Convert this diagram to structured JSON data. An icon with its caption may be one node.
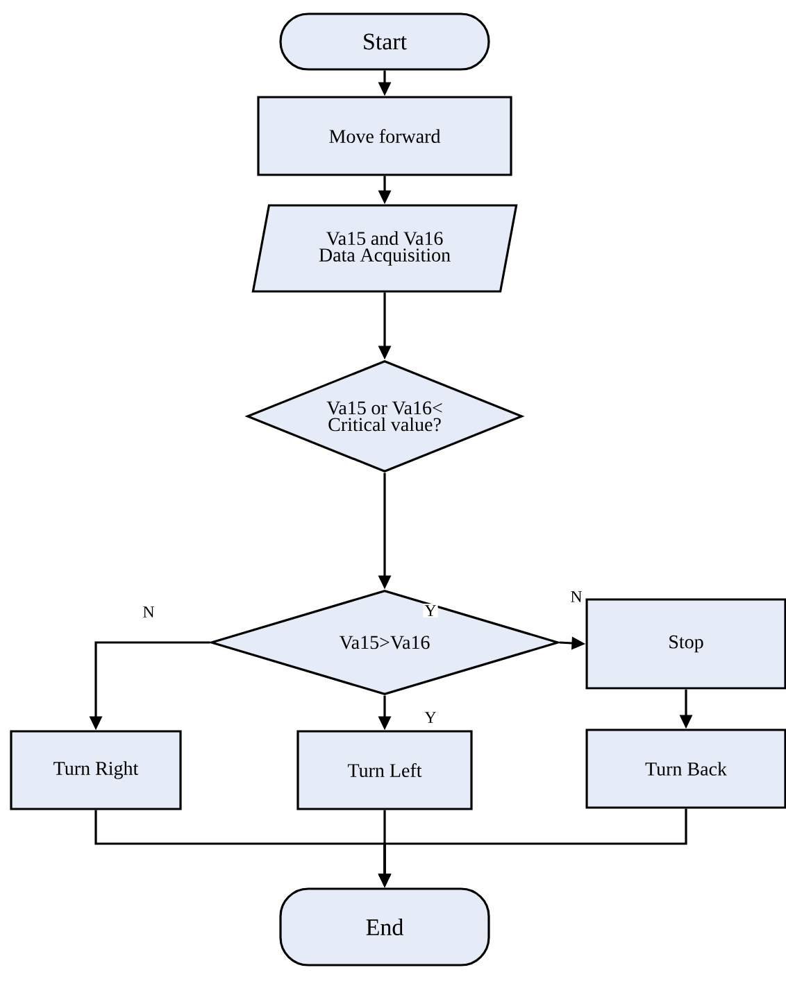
{
  "diagram": {
    "nodes": [
      {
        "text": [
          "Start"
        ]
      },
      {
        "text": [
          "Move forward"
        ]
      },
      {
        "text": [
          "Va15 and Va16 Data Acquisition"
        ]
      },
      {
        "text": [
          "Va15 or Va16< Critical value?"
        ]
      },
      {
        "text": [
          "Va15>Va16"
        ]
      },
      {
        "text": [
          "Turn Right"
        ]
      },
      {
        "text": [
          "Turn Left"
        ]
      },
      {
        "text": [
          "Stop"
        ]
      },
      {
        "text": [
          "Turn Back"
        ]
      },
      {
        "text": [
          "End"
        ]
      }
    ],
    "edges": [
      {
        "from": 0,
        "to": 1,
        "arrow": "to"
      },
      {
        "from": 1,
        "to": 2,
        "arrow": "to"
      },
      {
        "from": 2,
        "to": 3,
        "arrow": "to"
      },
      {
        "from": 3,
        "to": 4,
        "arrow": "to",
        "label": "Y"
      },
      {
        "from": 4,
        "to": 5,
        "arrow": "to",
        "label": "N"
      },
      {
        "from": 4,
        "to": 6,
        "arrow": "to",
        "label": "Y"
      },
      {
        "from": 4,
        "to": 7,
        "arrow": "to",
        "label": "N"
      },
      {
        "from": 7,
        "to": 8,
        "arrow": "to"
      },
      {
        "from": 5,
        "to": 9,
        "arrow": "to"
      },
      {
        "from": 6,
        "to": 9,
        "arrow": "to"
      },
      {
        "from": 8,
        "to": 9,
        "arrow": "to"
      }
    ]
  }
}
